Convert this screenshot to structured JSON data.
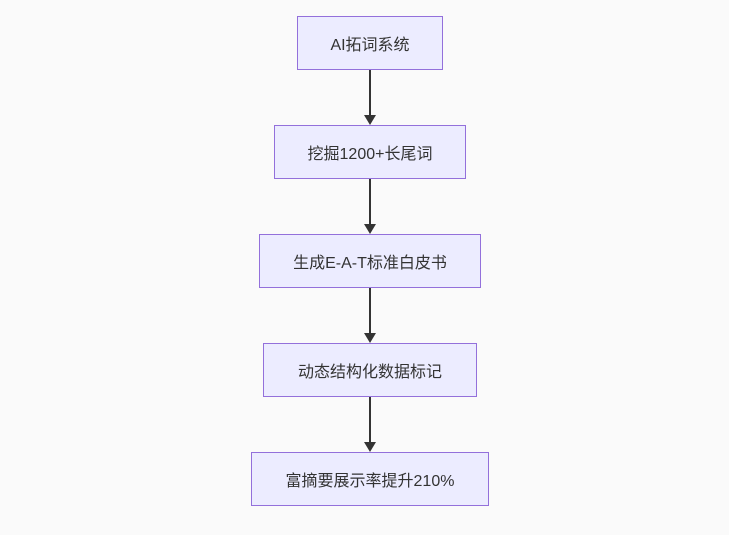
{
  "page": {
    "background_color": "#fafafa"
  },
  "chart_data": {
    "type": "flowchart",
    "direction": "top-down",
    "node_fill_color": "#ECECFF",
    "node_border_color": "#9370DB",
    "arrow_color": "#333333",
    "text_color": "#333333",
    "nodes": [
      {
        "id": "n1",
        "label": "AI拓词系统"
      },
      {
        "id": "n2",
        "label": "挖掘1200+长尾词"
      },
      {
        "id": "n3",
        "label": "生成E-A-T标准白皮书"
      },
      {
        "id": "n4",
        "label": "动态结构化数据标记"
      },
      {
        "id": "n5",
        "label": "富摘要展示率提升210%"
      }
    ],
    "edges": [
      {
        "from": "n1",
        "to": "n2"
      },
      {
        "from": "n2",
        "to": "n3"
      },
      {
        "from": "n3",
        "to": "n4"
      },
      {
        "from": "n4",
        "to": "n5"
      }
    ]
  }
}
